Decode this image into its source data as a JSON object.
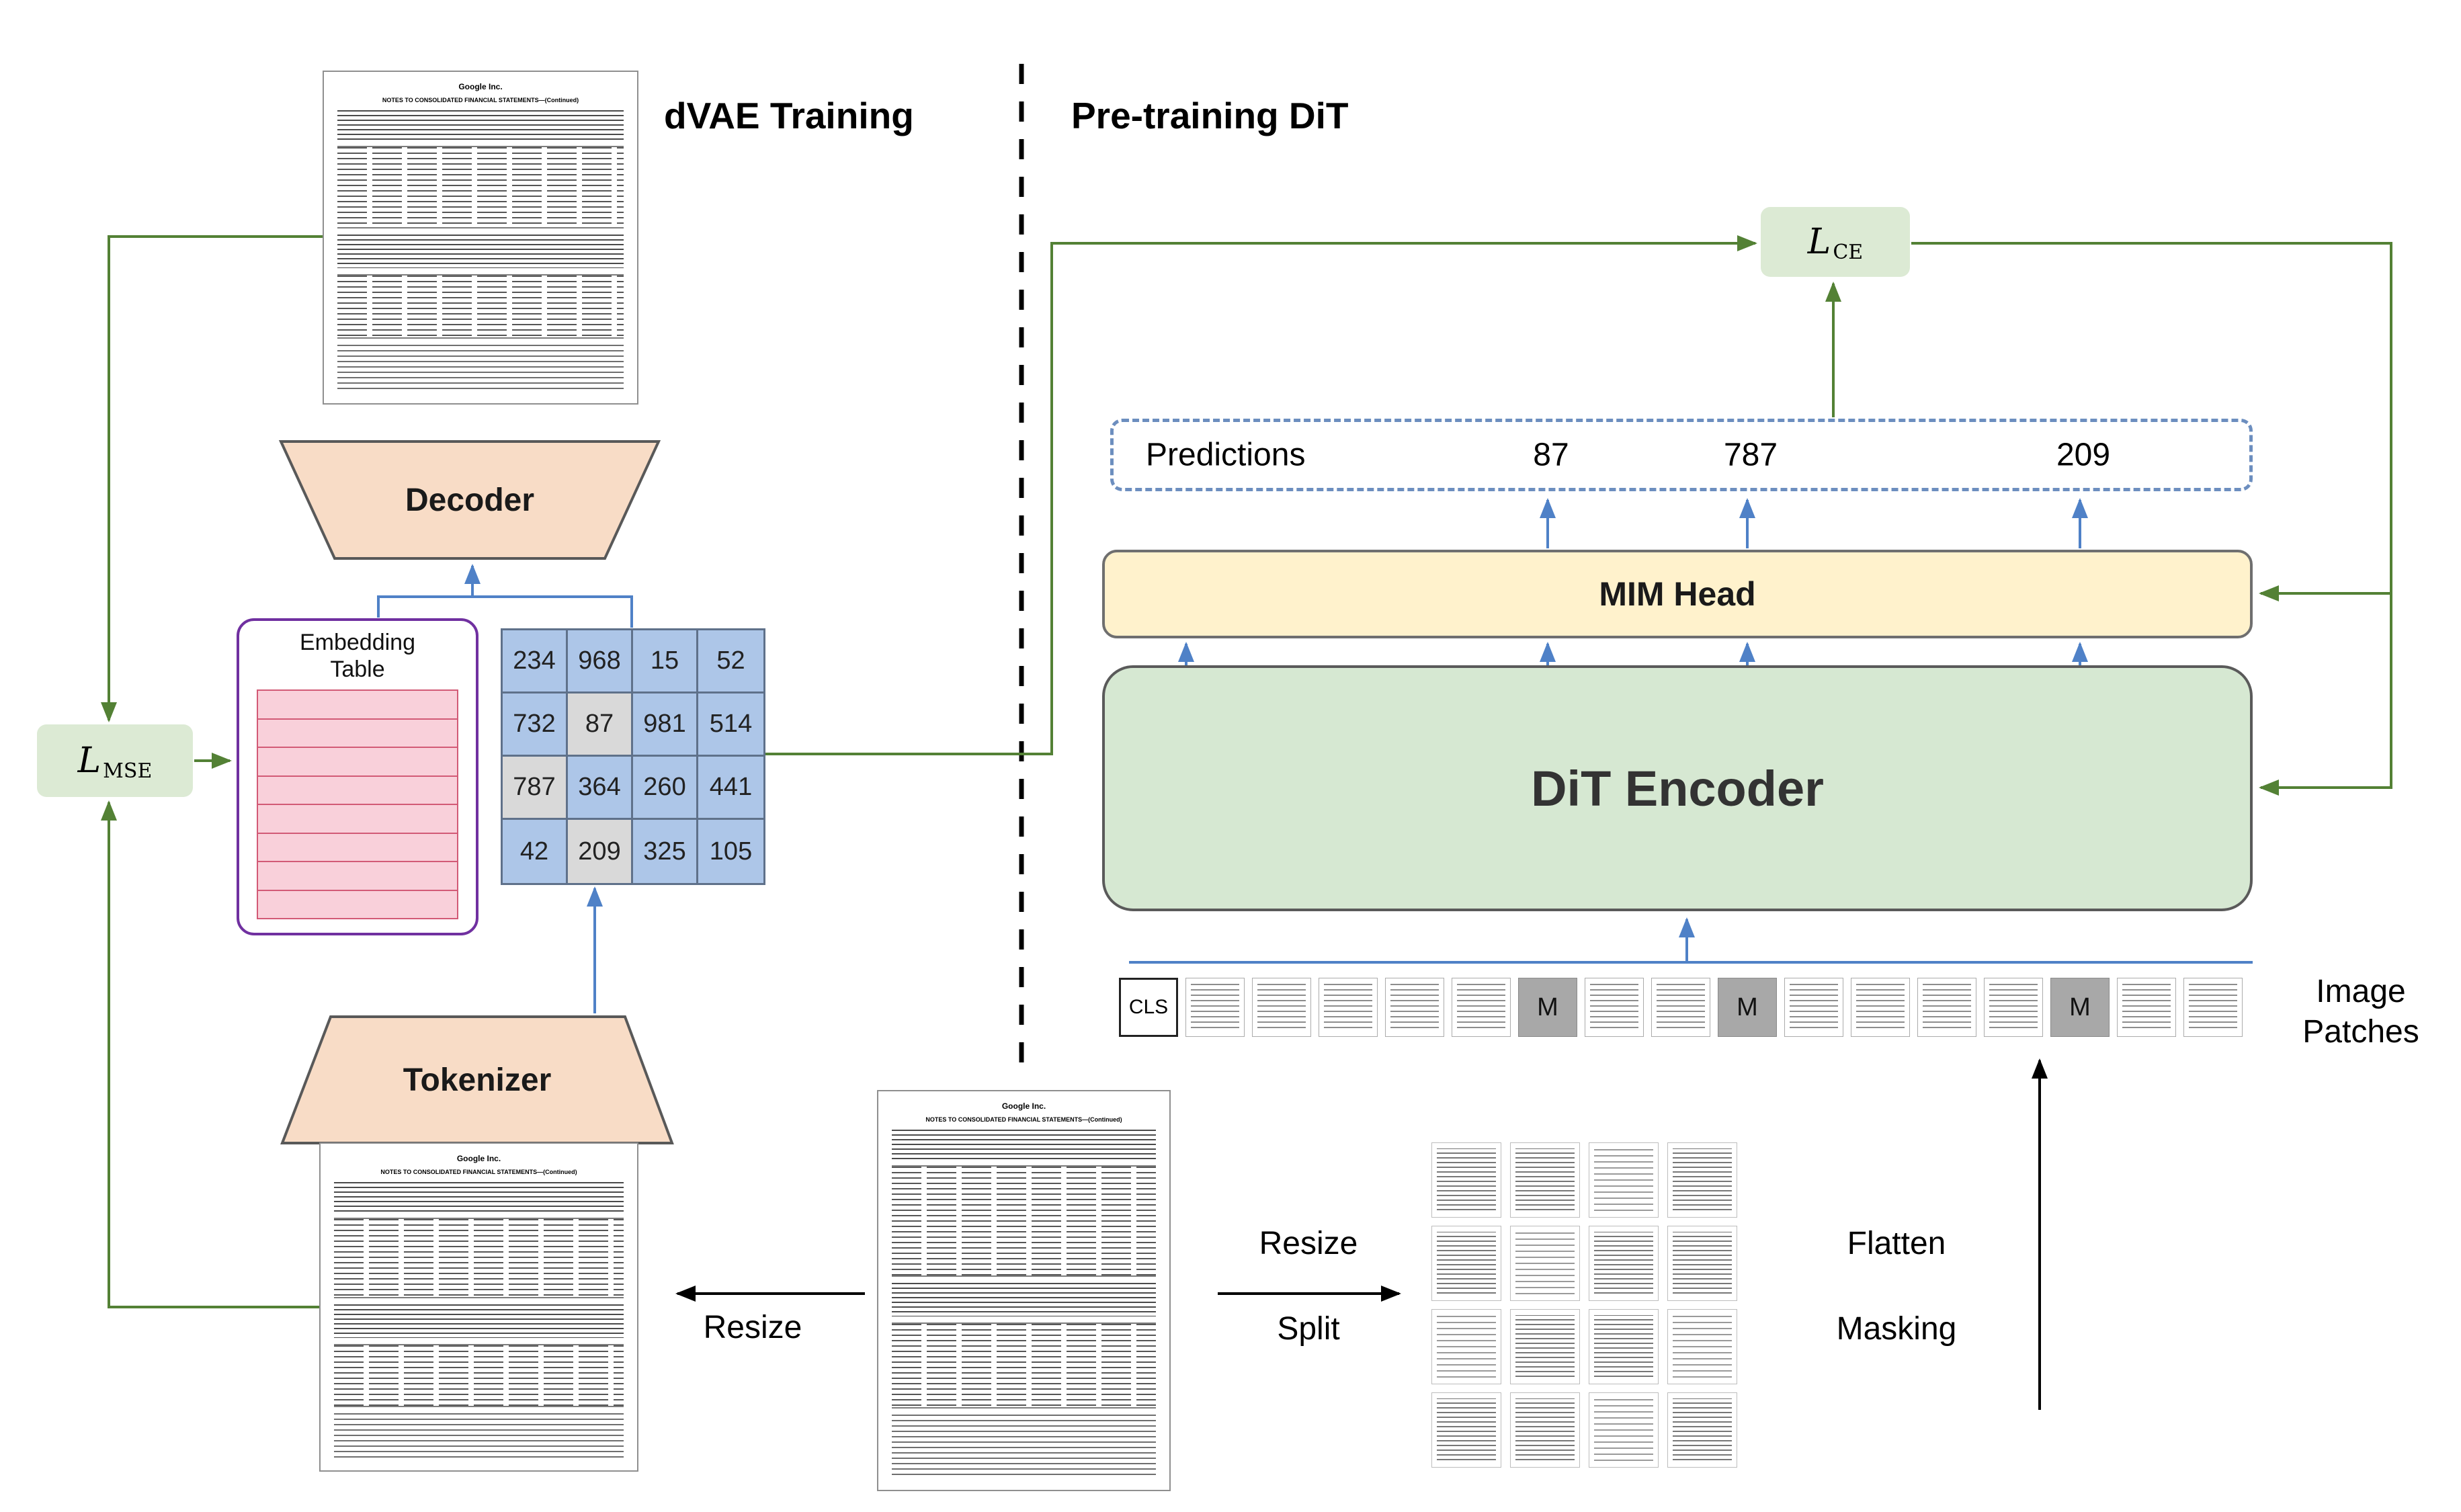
{
  "figure": {
    "left_title": "dVAE Training",
    "right_title": "Pre-training DiT"
  },
  "losses": {
    "mse": {
      "symbol": "L",
      "subscript": "MSE"
    },
    "ce": {
      "symbol": "L",
      "subscript": "CE"
    }
  },
  "dvae": {
    "decoder_label": "Decoder",
    "tokenizer_label": "Tokenizer",
    "embedding_table": {
      "title_line1": "Embedding",
      "title_line2": "Table"
    }
  },
  "token_grid": {
    "cells": [
      {
        "value": "234",
        "masked": false
      },
      {
        "value": "968",
        "masked": false
      },
      {
        "value": "15",
        "masked": false
      },
      {
        "value": "52",
        "masked": false
      },
      {
        "value": "732",
        "masked": false
      },
      {
        "value": "87",
        "masked": true
      },
      {
        "value": "981",
        "masked": false
      },
      {
        "value": "514",
        "masked": false
      },
      {
        "value": "787",
        "masked": true
      },
      {
        "value": "364",
        "masked": false
      },
      {
        "value": "260",
        "masked": false
      },
      {
        "value": "441",
        "masked": false
      },
      {
        "value": "42",
        "masked": false
      },
      {
        "value": "209",
        "masked": true
      },
      {
        "value": "325",
        "masked": false
      },
      {
        "value": "105",
        "masked": false
      }
    ]
  },
  "predictions": {
    "label": "Predictions",
    "values": [
      "87",
      "787",
      "209"
    ]
  },
  "dit": {
    "mim_head_label": "MIM Head",
    "encoder_label": "DiT Encoder"
  },
  "patch_sequence": {
    "cls_label": "CLS",
    "mask_label": "M",
    "slots": [
      {
        "kind": "cls"
      },
      {
        "kind": "doc"
      },
      {
        "kind": "doc"
      },
      {
        "kind": "doc"
      },
      {
        "kind": "doc"
      },
      {
        "kind": "doc"
      },
      {
        "kind": "mask"
      },
      {
        "kind": "doc"
      },
      {
        "kind": "doc"
      },
      {
        "kind": "mask"
      },
      {
        "kind": "doc"
      },
      {
        "kind": "doc"
      },
      {
        "kind": "doc"
      },
      {
        "kind": "doc"
      },
      {
        "kind": "mask"
      },
      {
        "kind": "doc"
      },
      {
        "kind": "doc"
      }
    ]
  },
  "labels": {
    "image_patches_line1": "Image",
    "image_patches_line2": "Patches",
    "resize_left": "Resize",
    "resize_right": "Resize",
    "split": "Split",
    "flatten": "Flatten",
    "masking": "Masking"
  },
  "document": {
    "company": "Google Inc.",
    "heading": "NOTES TO CONSOLIDATED FINANCIAL STATEMENTS—(Continued)"
  },
  "colors": {
    "green_arrow": "#538135",
    "blue_arrow": "#4f81c7",
    "loss_box": "#dcead4",
    "encoder_fill": "#d6e8d2",
    "mim_fill": "#fff2cc",
    "trapezoid_fill": "#f8dcc6",
    "embedding_border": "#7030a0",
    "embedding_row": "#f9d0da",
    "token_cell": "#adc6e8",
    "masked_cell": "#d9d9d9",
    "prediction_border": "#6c8ebf"
  }
}
